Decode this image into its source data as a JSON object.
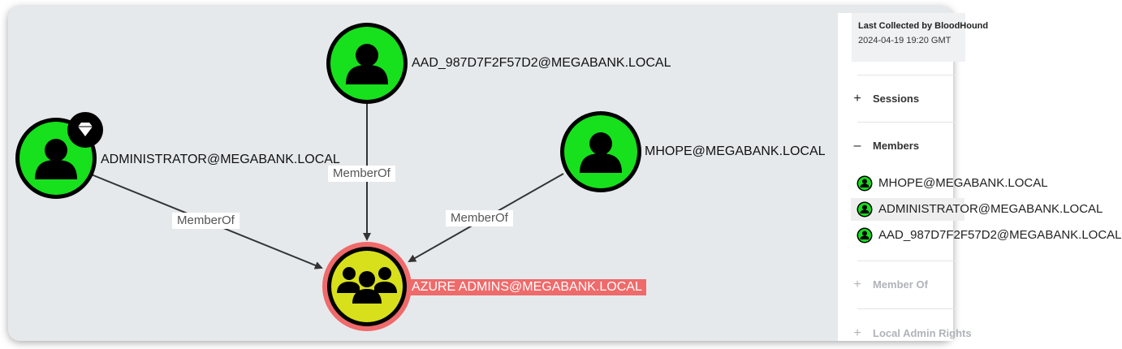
{
  "graph": {
    "nodes": {
      "aad": {
        "label": "AAD_987D7F2F57D2@MEGABANK.LOCAL",
        "icon": "user-icon",
        "color": "#17e01d"
      },
      "administrator": {
        "label": "ADMINISTRATOR@MEGABANK.LOCAL",
        "icon": "user-icon",
        "badge": "diamond-icon",
        "color": "#17e01d"
      },
      "mhope": {
        "label": "MHOPE@MEGABANK.LOCAL",
        "icon": "user-icon",
        "color": "#17e01d"
      },
      "azure_admins": {
        "label": "AZURE ADMINS@MEGABANK.LOCAL",
        "icon": "group-icon",
        "color": "#d7e01a",
        "highlight": "#ef6a6a"
      }
    },
    "edges": [
      {
        "from": "aad",
        "to": "azure_admins",
        "label": "MemberOf"
      },
      {
        "from": "administrator",
        "to": "azure_admins",
        "label": "MemberOf"
      },
      {
        "from": "mhope",
        "to": "azure_admins",
        "label": "MemberOf"
      }
    ]
  },
  "panel": {
    "collected_title": "Last Collected by BloodHound",
    "collected_date": "2024-04-19 19:20 GMT",
    "sessions": {
      "symbol": "+",
      "label": "Sessions"
    },
    "members": {
      "symbol": "–",
      "label": "Members"
    },
    "member_list": [
      {
        "label": "MHOPE@MEGABANK.LOCAL",
        "icon": "user-icon"
      },
      {
        "label": "ADMINISTRATOR@MEGABANK.LOCAL",
        "icon": "user-icon",
        "selected": true
      },
      {
        "label": "AAD_987D7F2F57D2@MEGABANK.LOCAL",
        "icon": "user-icon"
      }
    ],
    "member_of": {
      "symbol": "+",
      "label": "Member Of"
    },
    "local_admin": {
      "symbol": "+",
      "label": "Local Admin Rights"
    }
  }
}
